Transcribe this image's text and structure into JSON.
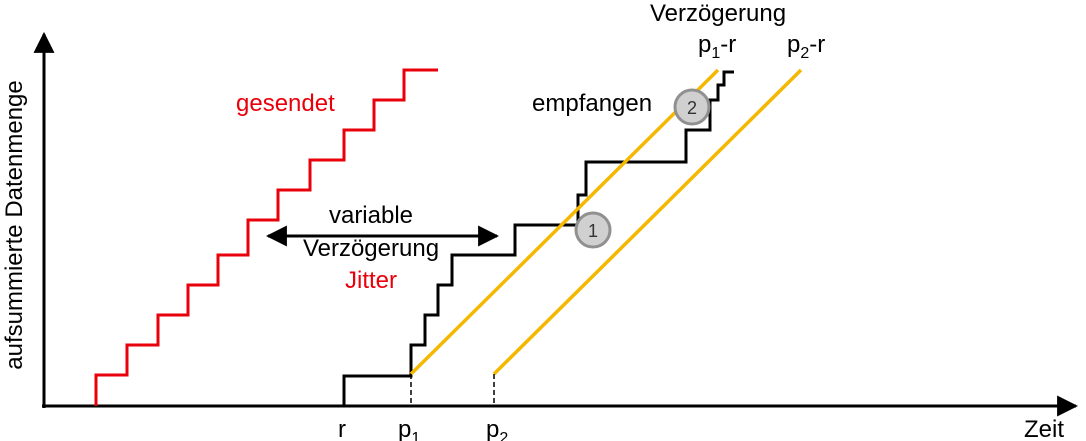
{
  "axes": {
    "y_label": "aufsummierte Datenmenge",
    "x_label": "Zeit"
  },
  "ticks": {
    "r": "r",
    "p1_base": "p",
    "p1_sub": "1",
    "p2_base": "p",
    "p2_sub": "2"
  },
  "labels": {
    "gesendet": "gesendet",
    "empfangen": "empfangen",
    "variable_line1": "variable",
    "variable_line2": "Verzögerung",
    "jitter": "Jitter",
    "delay_title": "Verzögerung",
    "p1r_base": "p",
    "p1r_sub": "1",
    "p1r_suffix": "-r",
    "p2r_base": "p",
    "p2r_sub": "2",
    "p2r_suffix": "-r"
  },
  "markers": {
    "one": "1",
    "two": "2"
  },
  "colors": {
    "sent": "#e8000b",
    "received": "#000000",
    "playout": "#f5b800",
    "marker_fill": "#d0d0d0",
    "marker_stroke": "#909090"
  }
}
